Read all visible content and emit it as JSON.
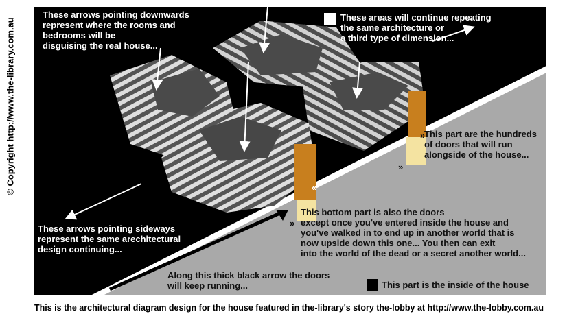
{
  "copyright": "© Copyright http://www.the-library.com.au",
  "notes": {
    "down_arrows": "These arrows pointing downwards\nrepresent where the rooms and\nbedrooms will be\ndisguising the real house...",
    "repeating_areas": "These areas will continue repeating\nthe same architecture or\na third type of dimension...",
    "hundreds_doors": "This part are the hundreds\nof doors that will run\nalongside of the house...",
    "sideways_arrows": "These arrows pointing sideways\nrepresent the same arechitectural\ndesign continuing...",
    "bottom_doors": "This bottom part is also the doors\nexcept once you've entered inside the house and\nyou've walked in to end up in another world that is\nnow upside down this one... You then can exit\ninto the world of the dead or a secret another world...",
    "thick_arrow": "Along this thick black arrow the doors\nwill keep running...",
    "inside_house": "This part is the inside of the house"
  },
  "markers": {
    "right_quote": "»",
    "left_quote": "«"
  },
  "caption": "This is the architectural diagram design for the house featured in the-library's story the-lobby at http://www.the-lobby.com.au",
  "colors": {
    "background": "#000000",
    "floor": "#a8a8a8",
    "building_top": "#4a4a4a",
    "stair_light": "#dcdcdc",
    "stair_dark": "#555555",
    "door_orange": "#c87f1e",
    "door_light": "#f6e8a8"
  }
}
